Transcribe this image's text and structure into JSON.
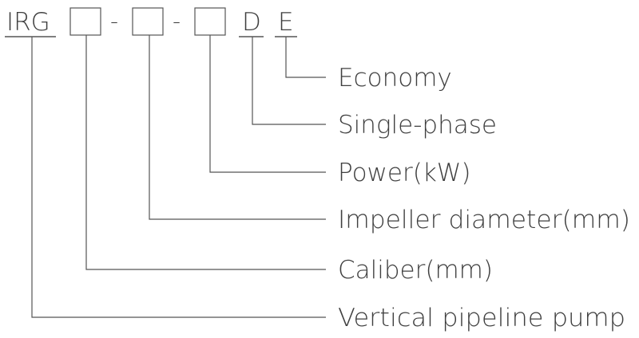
{
  "code": {
    "prefix": "IRG",
    "separator_1": "-",
    "separator_2": "-",
    "suffix_d": "D",
    "suffix_e": "E"
  },
  "labels": {
    "economy": "Economy",
    "single_phase": "Single-phase",
    "power": "Power(kW)",
    "impeller_diameter": "Impeller diameter(mm)",
    "caliber": "Caliber(mm)",
    "vertical_pipeline_pump": "Vertical pipeline pump"
  }
}
